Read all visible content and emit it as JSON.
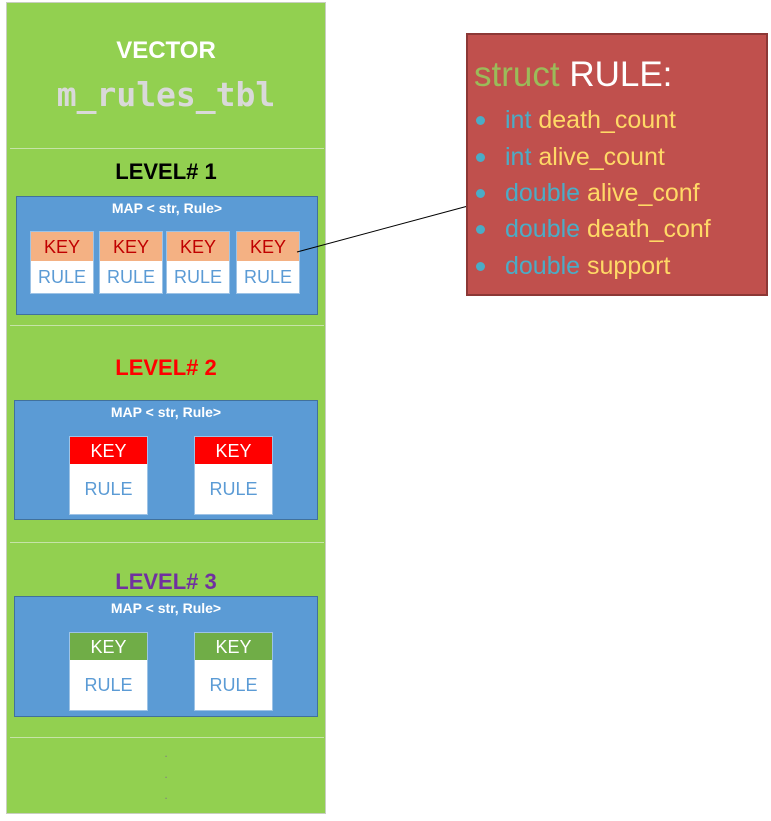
{
  "vector": {
    "title": "VECTOR",
    "name": "m_rules_tbl"
  },
  "levels": [
    {
      "title": "LEVEL# 1",
      "color": "#000000",
      "map_label": "MAP < str, Rule>",
      "key_bg": "#f4b183",
      "key_color": "#c00000",
      "cells": [
        {
          "key": "KEY",
          "rule": "RULE"
        },
        {
          "key": "KEY",
          "rule": "RULE"
        },
        {
          "key": "KEY",
          "rule": "RULE"
        },
        {
          "key": "KEY",
          "rule": "RULE"
        }
      ]
    },
    {
      "title": "LEVEL# 2",
      "color": "#ff0000",
      "map_label": "MAP < str, Rule>",
      "key_bg": "#ff0000",
      "key_color": "#ffffff",
      "cells": [
        {
          "key": "KEY",
          "rule": "RULE"
        },
        {
          "key": "KEY",
          "rule": "RULE"
        }
      ]
    },
    {
      "title": "LEVEL# 3",
      "color": "#7030a0",
      "map_label": "MAP < str, Rule>",
      "key_bg": "#70ad47",
      "key_color": "#ffffff",
      "cells": [
        {
          "key": "KEY",
          "rule": "RULE"
        },
        {
          "key": "KEY",
          "rule": "RULE"
        }
      ]
    }
  ],
  "ellipsis": [
    ".",
    ".",
    "."
  ],
  "struct": {
    "keyword": "struct",
    "name": "RULE:",
    "fields": [
      {
        "type": "int",
        "name": "death_count"
      },
      {
        "type": "int",
        "name": "alive_count"
      },
      {
        "type": "double",
        "name": " alive_conf"
      },
      {
        "type": "double",
        "name": "death_conf"
      },
      {
        "type": "double",
        "name": "support"
      }
    ]
  }
}
